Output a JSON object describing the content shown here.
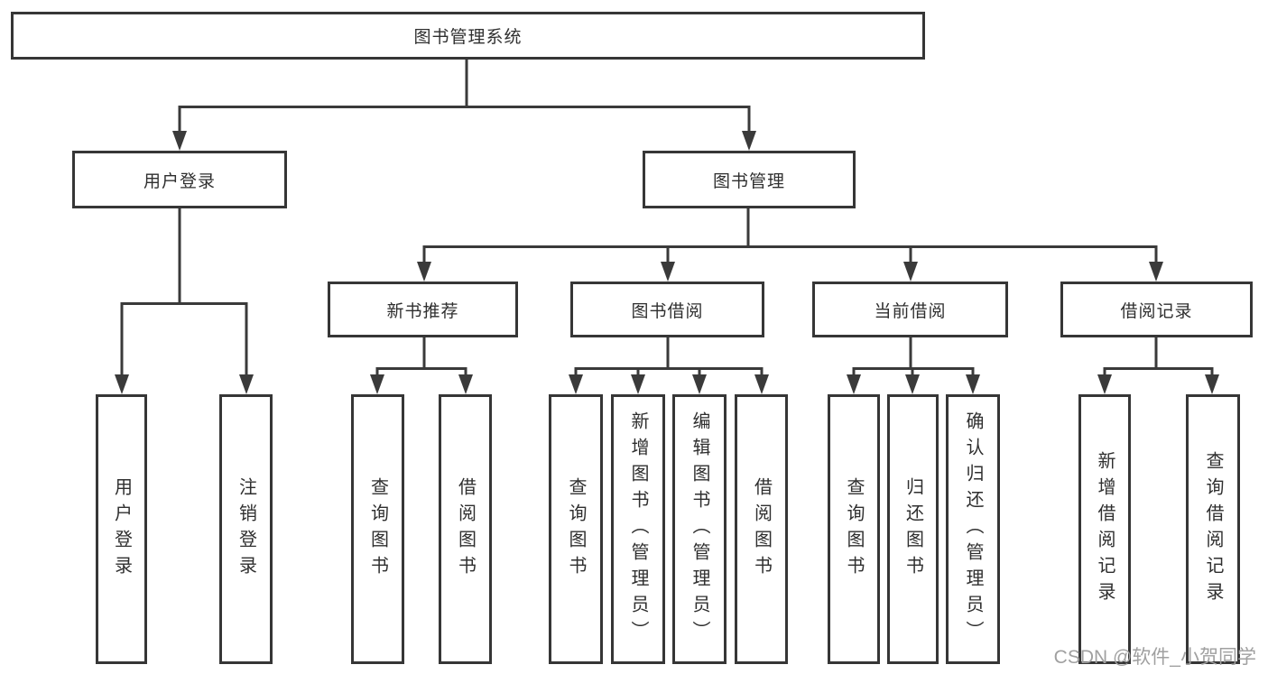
{
  "colors": {
    "line": "#3a3a3a",
    "box_border": "#363636",
    "text": "#2f2f2f",
    "watermark": "#a0a0a0",
    "background": "#ffffff"
  },
  "watermark": {
    "text": "CSDN @软件_小贺同学"
  },
  "tree": {
    "root": {
      "label": "图书管理系统"
    },
    "children": [
      {
        "label": "用户登录",
        "children": [
          {
            "label": "用户登录"
          },
          {
            "label": "注销登录"
          }
        ]
      },
      {
        "label": "图书管理",
        "children": [
          {
            "label": "新书推荐",
            "children": [
              {
                "label": "查询图书"
              },
              {
                "label": "借阅图书"
              }
            ]
          },
          {
            "label": "图书借阅",
            "children": [
              {
                "label": "查询图书"
              },
              {
                "label": "新增图书（管理员）"
              },
              {
                "label": "编辑图书（管理员）"
              },
              {
                "label": "借阅图书"
              }
            ]
          },
          {
            "label": "当前借阅",
            "children": [
              {
                "label": "查询图书"
              },
              {
                "label": "归还图书"
              },
              {
                "label": "确认归还（管理员）"
              }
            ]
          },
          {
            "label": "借阅记录",
            "children": [
              {
                "label": "新增借阅记录"
              },
              {
                "label": "查询借阅记录"
              }
            ]
          }
        ]
      }
    ]
  }
}
